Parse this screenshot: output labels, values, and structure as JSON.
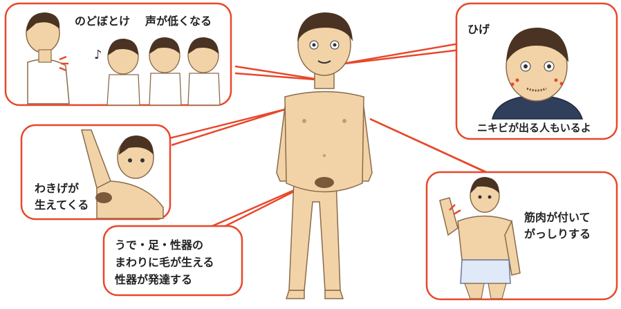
{
  "callouts": {
    "adams_apple": {
      "label_adams_apple": "のどぼとけ",
      "label_voice": "声が低くなる"
    },
    "beard": {
      "label_beard": "ひげ",
      "label_acne": "ニキビが出る人もいるよ"
    },
    "armpit": {
      "lines": [
        "わきげが",
        "生えてくる"
      ]
    },
    "body_hair": {
      "lines": [
        "うで・足・性器の",
        "まわりに毛が生える",
        "性器が発達する"
      ]
    },
    "muscle": {
      "lines": [
        "筋肉が付いて",
        "がっしりする"
      ]
    }
  },
  "colors": {
    "callout_border": "#e8472a",
    "pointer_line": "#e8472a",
    "skin": "#f2d3a8",
    "hair": "#4a3322",
    "shirt": "#ffffff",
    "collar": "#2f3f5c",
    "shorts": "#dfe9f7"
  }
}
